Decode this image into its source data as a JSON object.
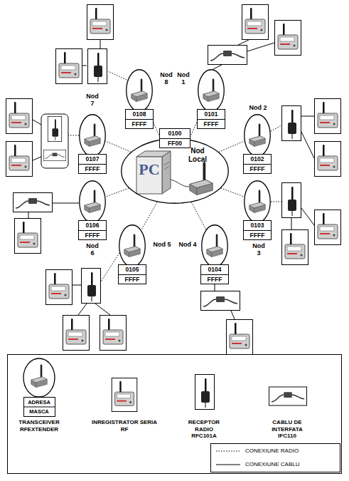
{
  "diagram": {
    "nodes": [
      {
        "text": [
          "Nod Local"
        ]
      },
      {
        "text": [
          "0100",
          "FF00"
        ]
      },
      {
        "text": [
          "Nod 1"
        ]
      },
      {
        "text": [
          "0101",
          "FFFF"
        ]
      },
      {
        "text": [
          "Nod 2"
        ]
      },
      {
        "text": [
          "0102",
          "FFFF"
        ]
      },
      {
        "text": [
          "Nod 3"
        ]
      },
      {
        "text": [
          "0103",
          "FFFF"
        ]
      },
      {
        "text": [
          "Nod 4"
        ]
      },
      {
        "text": [
          "0104",
          "FFFF"
        ]
      },
      {
        "text": [
          "Nod 5"
        ]
      },
      {
        "text": [
          "0105",
          "FFFF"
        ]
      },
      {
        "text": [
          "Nod 6"
        ]
      },
      {
        "text": [
          "0106",
          "FFFF"
        ]
      },
      {
        "text": [
          "Nod 7"
        ]
      },
      {
        "text": [
          "0107",
          "FFFF"
        ]
      },
      {
        "text": [
          "Nod 8"
        ]
      },
      {
        "text": [
          "0108",
          "FFFF"
        ]
      }
    ],
    "edges": [
      {
        "from": 0,
        "to": 2,
        "arrow": "none"
      },
      {
        "from": 0,
        "to": 4,
        "arrow": "none"
      },
      {
        "from": 0,
        "to": 6,
        "arrow": "none"
      },
      {
        "from": 0,
        "to": 8,
        "arrow": "none"
      },
      {
        "from": 0,
        "to": 10,
        "arrow": "none"
      },
      {
        "from": 0,
        "to": 12,
        "arrow": "none"
      },
      {
        "from": 0,
        "to": 14,
        "arrow": "none"
      },
      {
        "from": 0,
        "to": 16,
        "arrow": "none"
      }
    ],
    "labels": [
      "PC",
      "ADRESA",
      "MASCA"
    ],
    "legend": [
      {
        "text": "TRANSCEIVER RFEXTENDER"
      },
      {
        "text": "INREGISTRATOR SERIA RF"
      },
      {
        "text": "RECEPTOR RADIO RFC101A"
      },
      {
        "text": "CABLU DE INTERFATA IFC110"
      },
      {
        "text": "CONEXIUNE RADIO"
      },
      {
        "text": "CONEXIUNE CABLU"
      }
    ]
  }
}
